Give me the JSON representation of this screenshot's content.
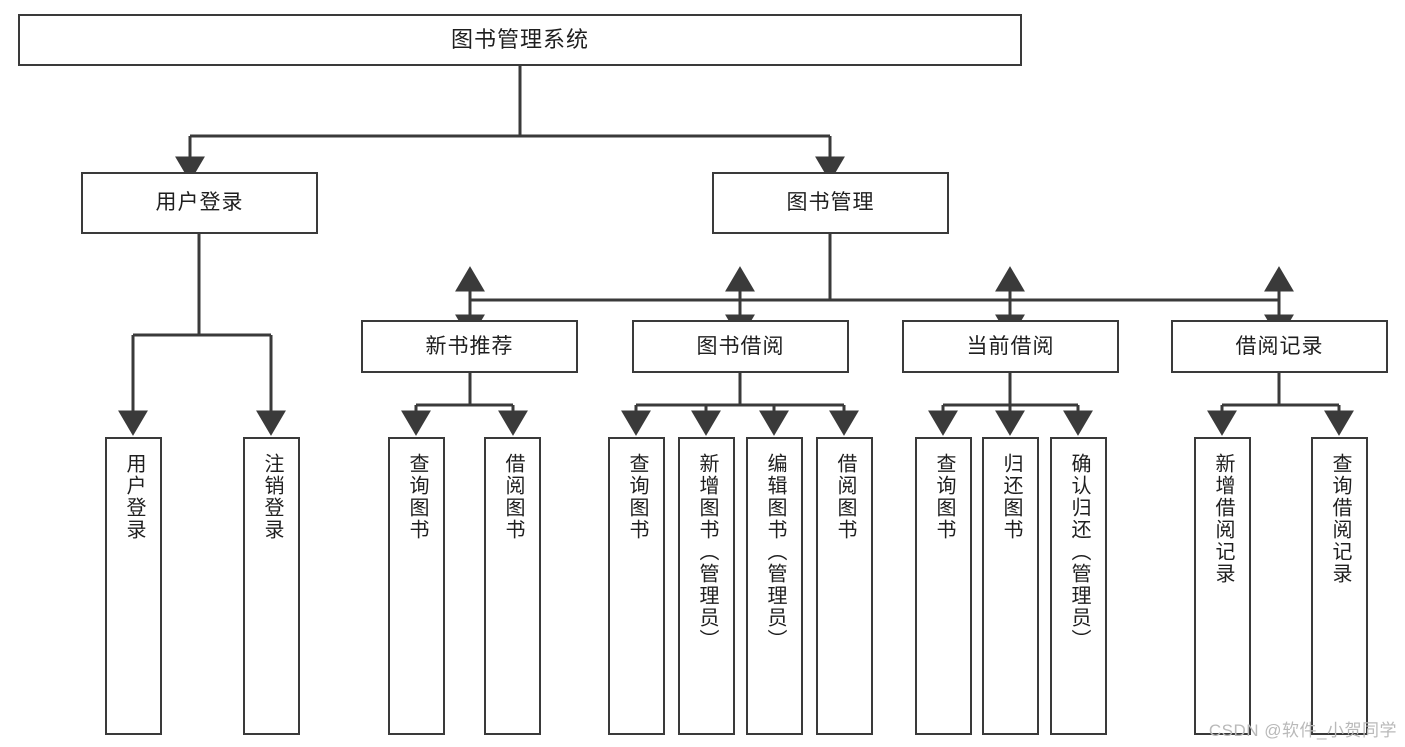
{
  "diagram": {
    "type": "tree",
    "title": "图书管理系统",
    "watermark": "CSDN @软件_小贺同学",
    "colors": {
      "stroke": "#3a3a3a",
      "background": "#ffffff",
      "text": "#1f1f1f",
      "watermark": "#b9b9b9"
    },
    "nodes": {
      "root": {
        "label": "图书管理系统"
      },
      "level2": [
        {
          "id": "user-login",
          "label": "用户登录"
        },
        {
          "id": "book-management",
          "label": "图书管理"
        }
      ],
      "level3": [
        {
          "id": "new-book-recommend",
          "label": "新书推荐"
        },
        {
          "id": "book-borrow",
          "label": "图书借阅"
        },
        {
          "id": "current-borrow",
          "label": "当前借阅"
        },
        {
          "id": "borrow-record",
          "label": "借阅记录"
        }
      ],
      "leaves": {
        "user_login": [
          {
            "id": "leaf-user-login",
            "label": "用户登录"
          },
          {
            "id": "leaf-logout-login",
            "label": "注销登录"
          }
        ],
        "new_book_recommend": [
          {
            "id": "leaf-query-book-1",
            "label": "查询图书"
          },
          {
            "id": "leaf-borrow-book-1",
            "label": "借阅图书"
          }
        ],
        "book_borrow": [
          {
            "id": "leaf-query-book-2",
            "label": "查询图书"
          },
          {
            "id": "leaf-add-book",
            "label": "新增图书（管理员）"
          },
          {
            "id": "leaf-edit-book",
            "label": "编辑图书（管理员）"
          },
          {
            "id": "leaf-borrow-book-2",
            "label": "借阅图书"
          }
        ],
        "current_borrow": [
          {
            "id": "leaf-query-book-3",
            "label": "查询图书"
          },
          {
            "id": "leaf-return-book",
            "label": "归还图书"
          },
          {
            "id": "leaf-confirm-return",
            "label": "确认归还（管理员）"
          }
        ],
        "borrow_record": [
          {
            "id": "leaf-add-record",
            "label": "新增借阅记录"
          },
          {
            "id": "leaf-query-record",
            "label": "查询借阅记录"
          }
        ]
      }
    }
  }
}
